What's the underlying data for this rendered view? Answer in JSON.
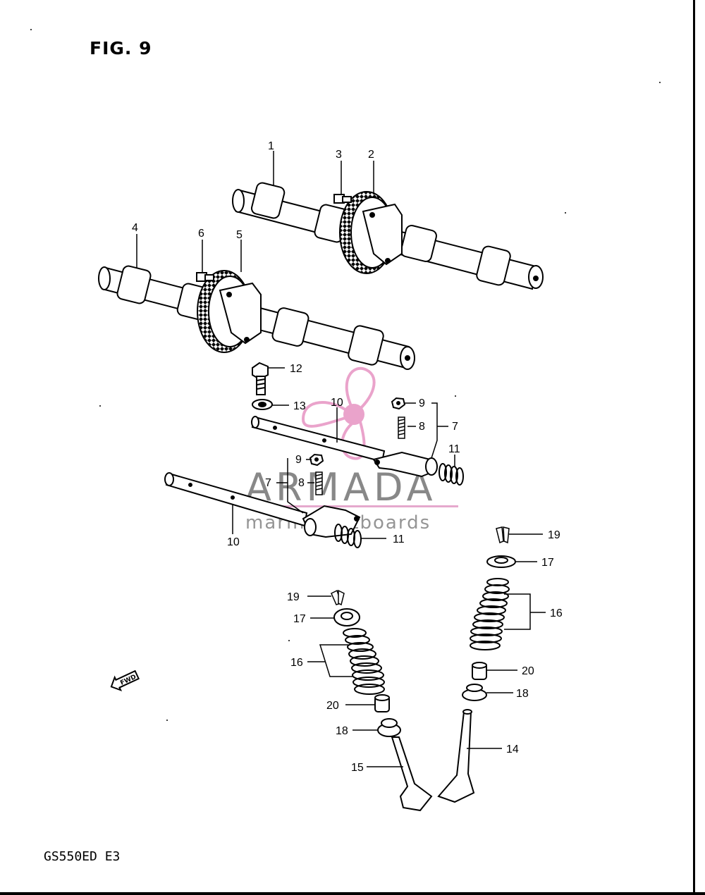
{
  "figure": {
    "title": "FIG. 9",
    "model_code": "GS550ED E3"
  },
  "watermark": {
    "brand": "ARMADA",
    "subtitle": "marine outboards",
    "accent_color": "#e89ac6",
    "bar_color": "#e3a0c8"
  },
  "direction_marker": {
    "label": "FWD"
  },
  "callouts": {
    "c1": "1",
    "c2": "2",
    "c3": "3",
    "c4": "4",
    "c5": "5",
    "c6": "6",
    "c7a": "7",
    "c7b": "7",
    "c8a": "8",
    "c8b": "8",
    "c9a": "9",
    "c9b": "9",
    "c10a": "10",
    "c10b": "10",
    "c11a": "11",
    "c11b": "11",
    "c12": "12",
    "c13": "13",
    "c14": "14",
    "c15": "15",
    "c16a": "16",
    "c16b": "16",
    "c17a": "17",
    "c17b": "17",
    "c18a": "18",
    "c18b": "18",
    "c19a": "19",
    "c19b": "19",
    "c20a": "20",
    "c20b": "20"
  }
}
